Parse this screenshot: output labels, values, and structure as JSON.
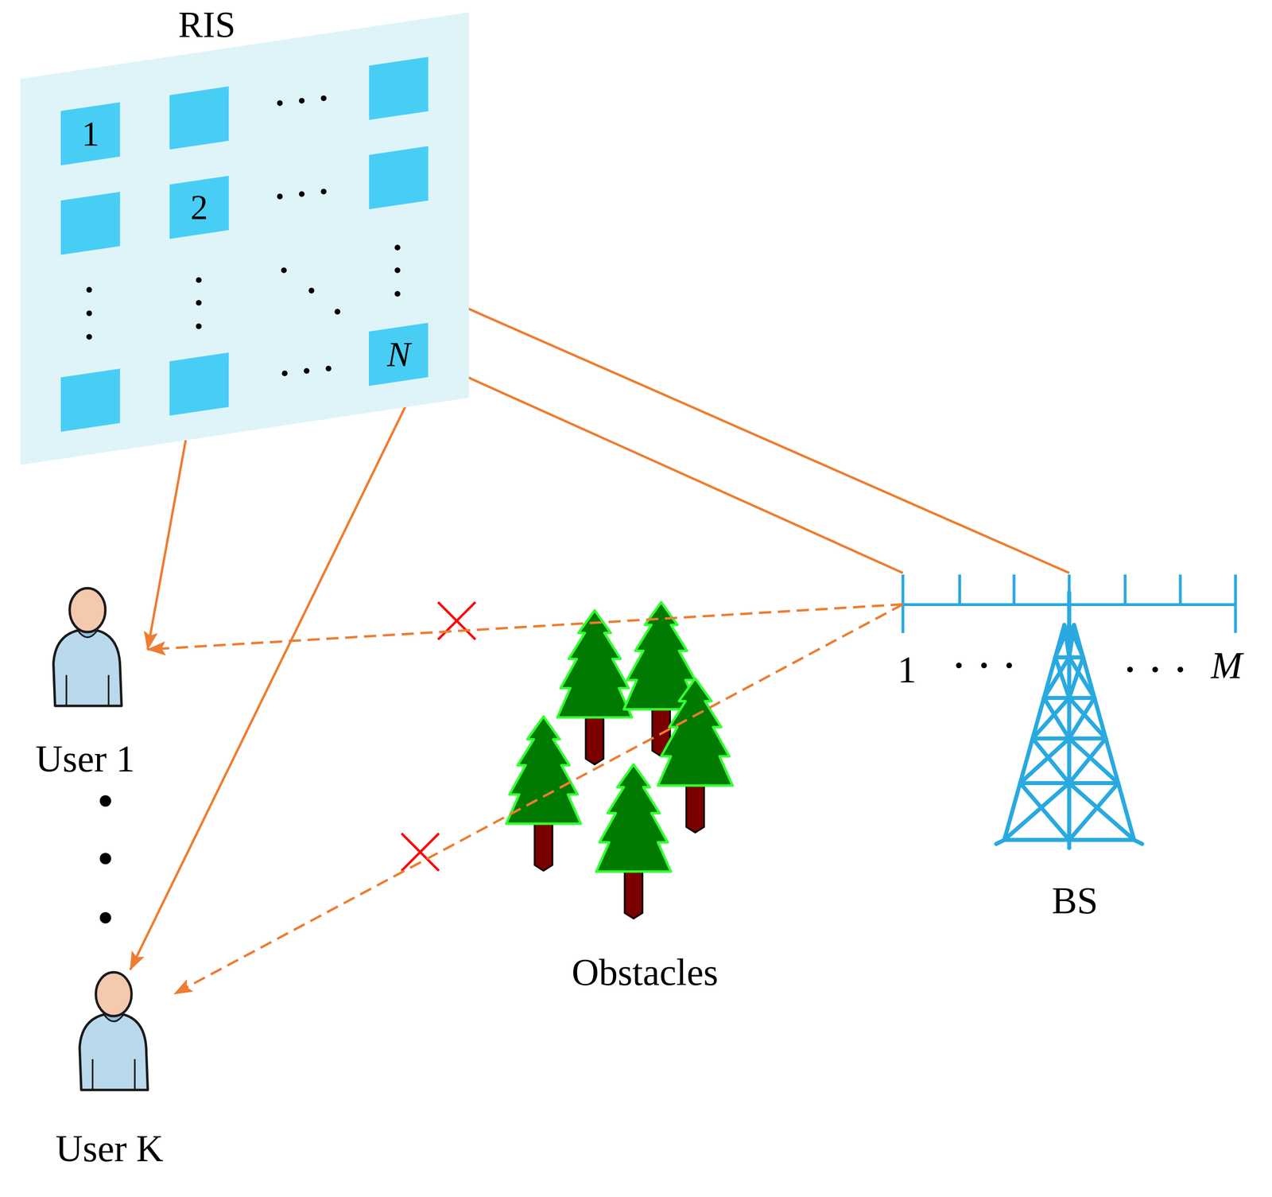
{
  "diagram": {
    "nodes": [
      {
        "text": [
          "RIS"
        ]
      },
      {
        "text": [
          "1"
        ],
        "in": 0
      },
      {
        "text": [
          "2"
        ],
        "in": 0
      },
      {
        "text": [
          "N"
        ],
        "in": 0
      },
      {
        "text": [
          "User 1"
        ]
      },
      {
        "text": [
          "User K"
        ]
      },
      {
        "text": [
          "BS"
        ]
      }
    ],
    "edges": [
      {
        "from": 6,
        "to": 2,
        "arrow": "to"
      },
      {
        "from": 6,
        "to": 3,
        "arrow": "to"
      },
      {
        "from": 2,
        "to": 4,
        "arrow": "to"
      },
      {
        "from": 3,
        "to": 5,
        "arrow": "to"
      },
      {
        "from": 6,
        "to": 4,
        "arrow": "to"
      },
      {
        "from": 6,
        "to": 5,
        "arrow": "to"
      }
    ],
    "labels": [
      "1",
      "M",
      "Obstacles"
    ]
  }
}
